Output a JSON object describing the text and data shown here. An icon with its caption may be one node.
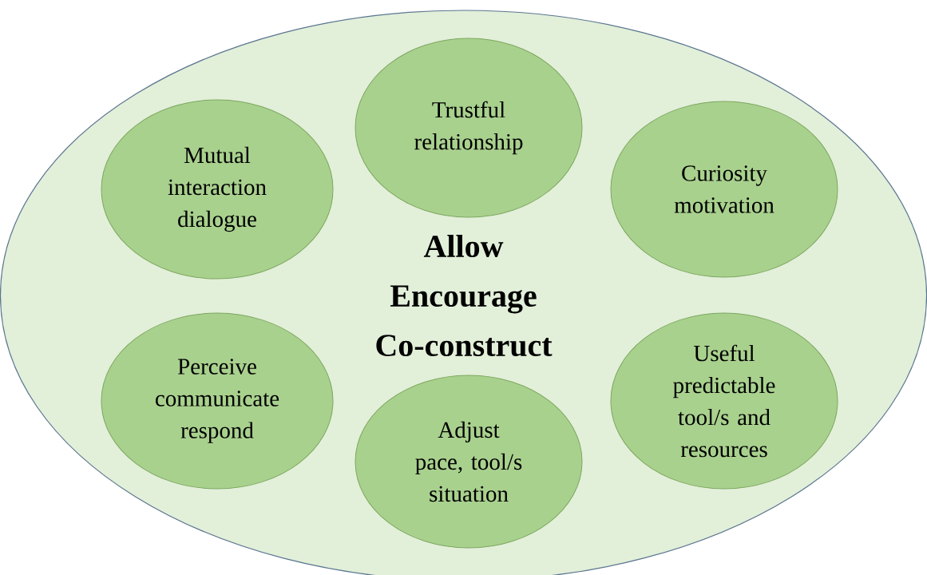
{
  "diagram": {
    "nodes": [
      {
        "text": [
          "Allow Encourage Co-construct"
        ]
      },
      {
        "text": [
          "Trustful relationship"
        ],
        "in": 0
      },
      {
        "text": [
          "Mutual interaction dialogue"
        ],
        "in": 0
      },
      {
        "text": [
          "Curiosity motivation"
        ],
        "in": 0
      },
      {
        "text": [
          "Perceive communicate respond"
        ],
        "in": 0
      },
      {
        "text": [
          "Useful predictable tool/s and resources"
        ],
        "in": 0
      },
      {
        "text": [
          "Adjust pace, tool/s situation"
        ],
        "in": 0
      }
    ]
  }
}
